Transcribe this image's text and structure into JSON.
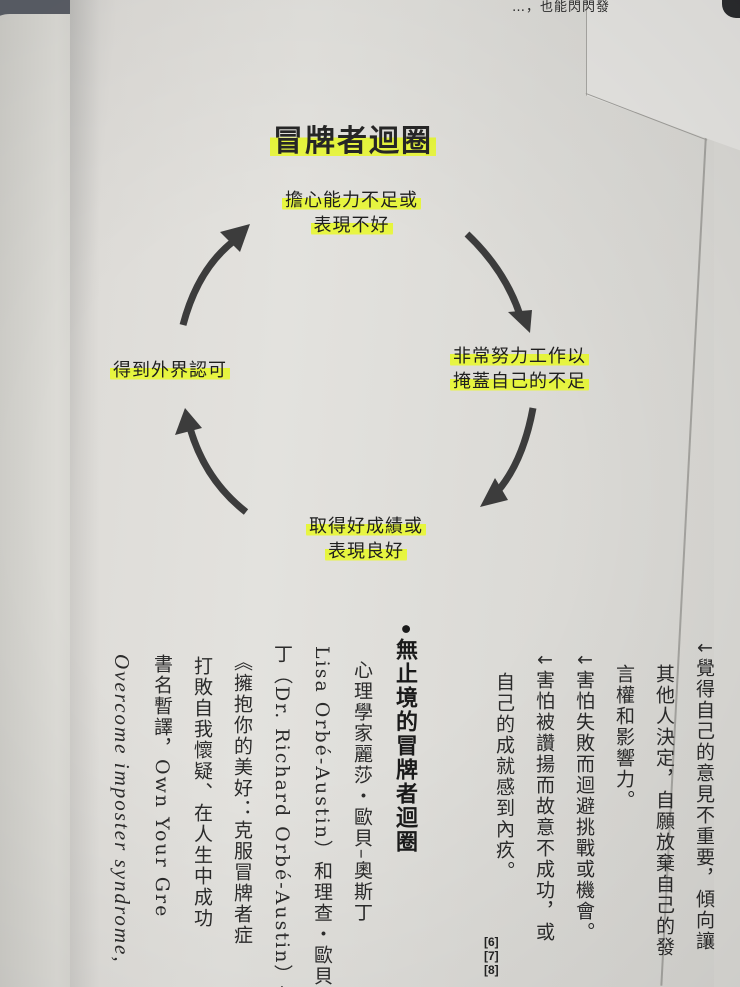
{
  "header": {
    "snippet": "…，也能閃閃發"
  },
  "diagram": {
    "title": "冒牌者迴圈",
    "highlight_color": "#e6f53c",
    "arrow_color": "#3c3c3c",
    "nodes": {
      "top": {
        "line1": "擔心能力不足或",
        "line2": "表現不好"
      },
      "right": {
        "line1": "非常努力工作以",
        "line2": "掩蓋自己的不足"
      },
      "bottom": {
        "line1": "取得好成績或",
        "line2": "表現良好"
      },
      "left": {
        "line1": "得到外界認可"
      }
    }
  },
  "body": {
    "right_columns": [
      "↓覺得自己的意見不重要，傾向讓",
      "其他人決定，自願放棄自己的發",
      "言權和影響力。",
      "↓害怕失敗而迴避挑戰或機會。",
      "↓害怕被讚揚而故意不成功，或",
      "自己的成就感到內疚。"
    ],
    "section_heading": "•無止境的冒牌者迴圈",
    "left_columns": [
      "心理學家麗莎・歐貝–奧斯丁",
      "Lisa Orbé-Austin）和理查・歐貝",
      "丁（Dr. Richard Orbé-Austin）在",
      "《擁抱你的美好：克服冒牌者症",
      "打敗自我懷疑、在人生中成功",
      "書名暫譯，Own Your Gre",
      "Overcome imposter syndrome,"
    ],
    "references": [
      "[6]",
      "[7]",
      "[8]"
    ]
  }
}
